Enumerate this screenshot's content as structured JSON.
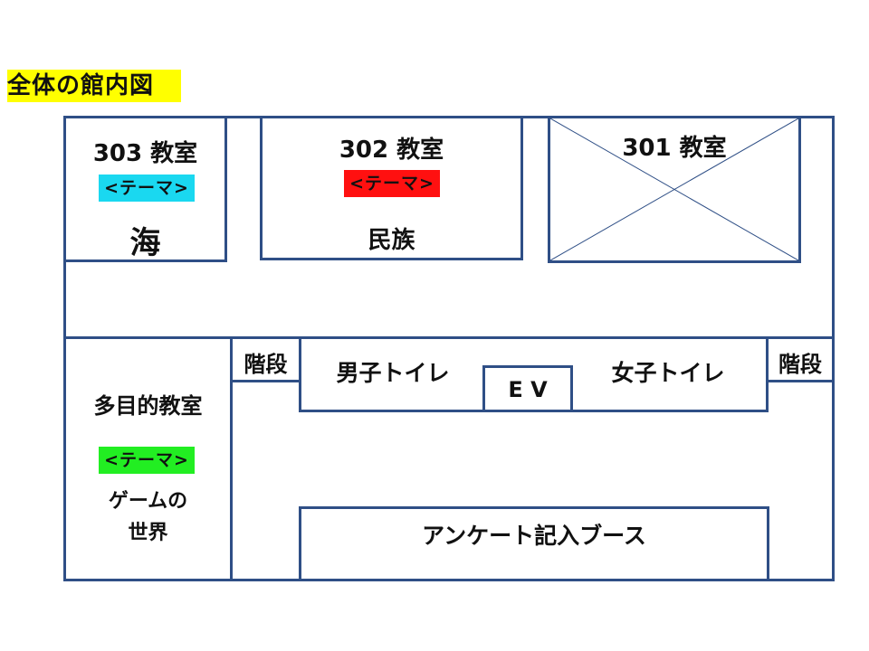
{
  "title": "全体の館内図",
  "colors": {
    "wall": "#2f4f86",
    "title_bg": "#ffff00",
    "tag_303": "#1ad8f0",
    "tag_302": "#ff1010",
    "tag_multi": "#22ee22"
  },
  "rooms": {
    "r303": {
      "name": "303 教室",
      "tag": "<テーマ>",
      "theme": "海"
    },
    "r302": {
      "name": "302 教室",
      "tag": "<テーマ>",
      "theme": "民族"
    },
    "r301": {
      "name": "301 教室"
    },
    "multi": {
      "name": "多目的教室",
      "tag": "<テーマ>",
      "theme_line1": "ゲームの",
      "theme_line2": "世界"
    }
  },
  "stairs_left": "階段",
  "stairs_right": "階段",
  "mens_toilet": "男子トイレ",
  "womens_toilet": "女子トイレ",
  "elevator": "E V",
  "survey_booth": "アンケート記入ブース"
}
